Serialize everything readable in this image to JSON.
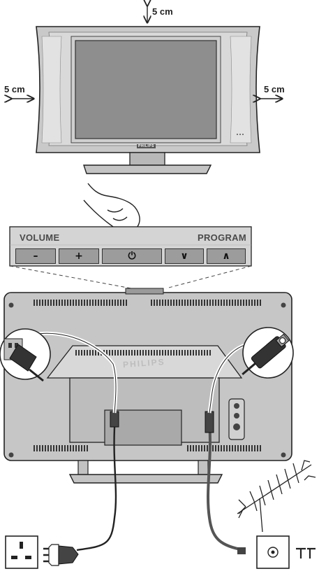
{
  "clearance": {
    "top": "5 cm",
    "left": "5 cm",
    "right": "5 cm"
  },
  "control_panel": {
    "volume_label": "VOLUME",
    "program_label": "PROGRAM",
    "buttons": {
      "volume_down": "–",
      "volume_up": "+",
      "power": "⏻",
      "program_down": "∨",
      "program_up": "∧"
    }
  },
  "brand": {
    "front": "PHILIPS",
    "back": "PHILIPS"
  },
  "colors": {
    "tv_frame": "#c9c9c9",
    "screen": "#8e8e8e",
    "button": "#9c9c9c",
    "outline": "#222222"
  },
  "icons": {
    "power": "power-icon",
    "antenna": "antenna-icon",
    "aerial_symbol": "aerial-symbol-icon"
  }
}
